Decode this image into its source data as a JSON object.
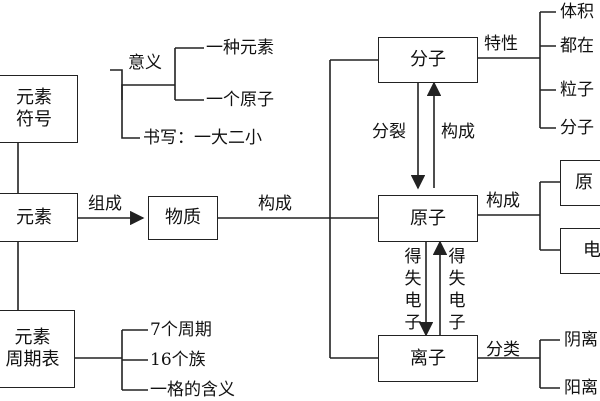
{
  "nodes": {
    "element_symbol": "元素\n符号",
    "element": "元素",
    "substance": "物质",
    "periodic_table": "元素\n周期表",
    "molecule": "分子",
    "atom": "原子",
    "ion": "离子",
    "atom_part_1": "原",
    "atom_part_2": "电"
  },
  "labels": {
    "meaning": "意义",
    "meaning_item_1": "一种元素",
    "meaning_item_2": "一个原子",
    "writing": "书写：一大二小",
    "compose": "组成",
    "constitute": "构成",
    "period_item_1": "7个周期",
    "period_item_2": "16个族",
    "period_item_3": "一格的含义",
    "property": "特性",
    "property_item_1": "体积",
    "property_item_2": "都在",
    "property_item_3": "粒子",
    "property_item_4": "分子",
    "split": "分裂",
    "constitute_2": "构成",
    "constitute_3": "构成",
    "gain_electrons": "得\n失\n电\n子",
    "lose_electrons": "得\n失\n电\n子",
    "classify": "分类",
    "ion_type_1": "阴离",
    "ion_type_2": "阳离"
  }
}
